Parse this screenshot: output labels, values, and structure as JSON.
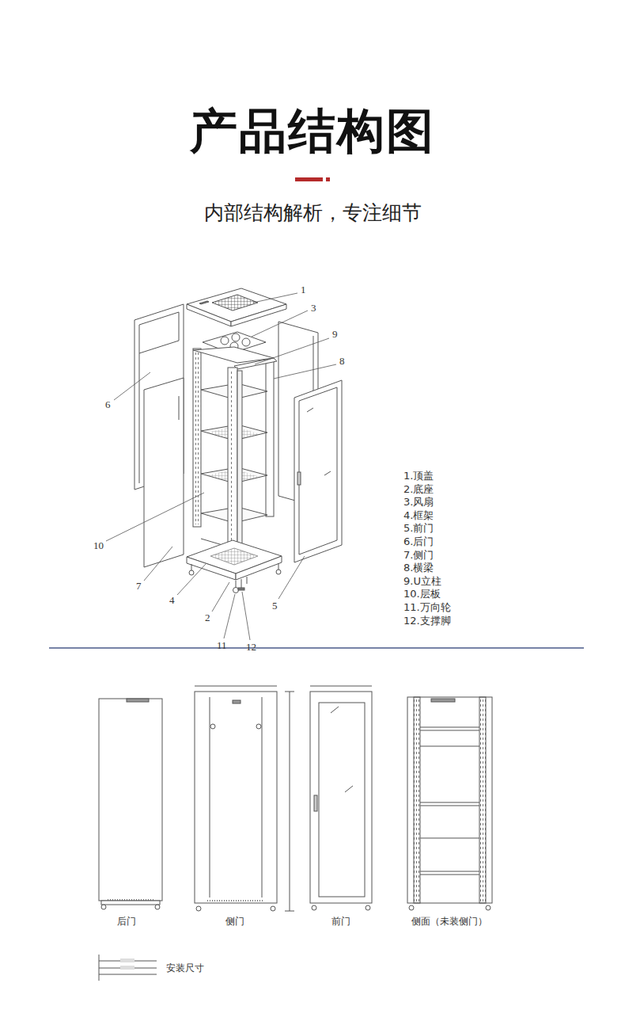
{
  "diagram": {
    "title": "产品结构图",
    "caption": "内部结构解析，专注细节",
    "labels": [
      "1",
      "3",
      "9",
      "8",
      "6",
      "10",
      "7",
      "4",
      "2",
      "5",
      "11",
      "12",
      "1.顶盖",
      "2.底座",
      "3.风扇",
      "4.框架",
      "5.前门",
      "6.后门",
      "7.侧门",
      "8.横梁",
      "9.U立柱",
      "10.层板",
      "11.万向轮",
      "12.支撑脚",
      "后门",
      "侧门",
      "前门",
      "侧面（未装侧门）",
      "安装尺寸"
    ]
  }
}
